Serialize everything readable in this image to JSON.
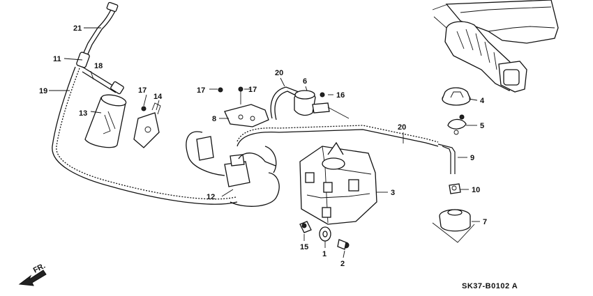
{
  "diagram": {
    "callouts": [
      {
        "id": "c21a",
        "text": "21"
      },
      {
        "id": "c11",
        "text": "11"
      },
      {
        "id": "c18",
        "text": "18"
      },
      {
        "id": "c19",
        "text": "19"
      },
      {
        "id": "c13",
        "text": "13"
      },
      {
        "id": "c17a",
        "text": "17"
      },
      {
        "id": "c14",
        "text": "14"
      },
      {
        "id": "c17b",
        "text": "17"
      },
      {
        "id": "c17c",
        "text": "17"
      },
      {
        "id": "c8",
        "text": "8"
      },
      {
        "id": "c20a",
        "text": "20"
      },
      {
        "id": "c6",
        "text": "6"
      },
      {
        "id": "c16",
        "text": "16"
      },
      {
        "id": "c4",
        "text": "4"
      },
      {
        "id": "c5",
        "text": "5"
      },
      {
        "id": "c20b",
        "text": "20"
      },
      {
        "id": "c9",
        "text": "9"
      },
      {
        "id": "c10",
        "text": "10"
      },
      {
        "id": "c7",
        "text": "7"
      },
      {
        "id": "c3",
        "text": "3"
      },
      {
        "id": "c12",
        "text": "12"
      },
      {
        "id": "c15",
        "text": "15"
      },
      {
        "id": "c1",
        "text": "1"
      },
      {
        "id": "c2",
        "text": "2"
      }
    ],
    "direction_label": "FR.",
    "drawing_code": "SK37-B0102 A"
  }
}
